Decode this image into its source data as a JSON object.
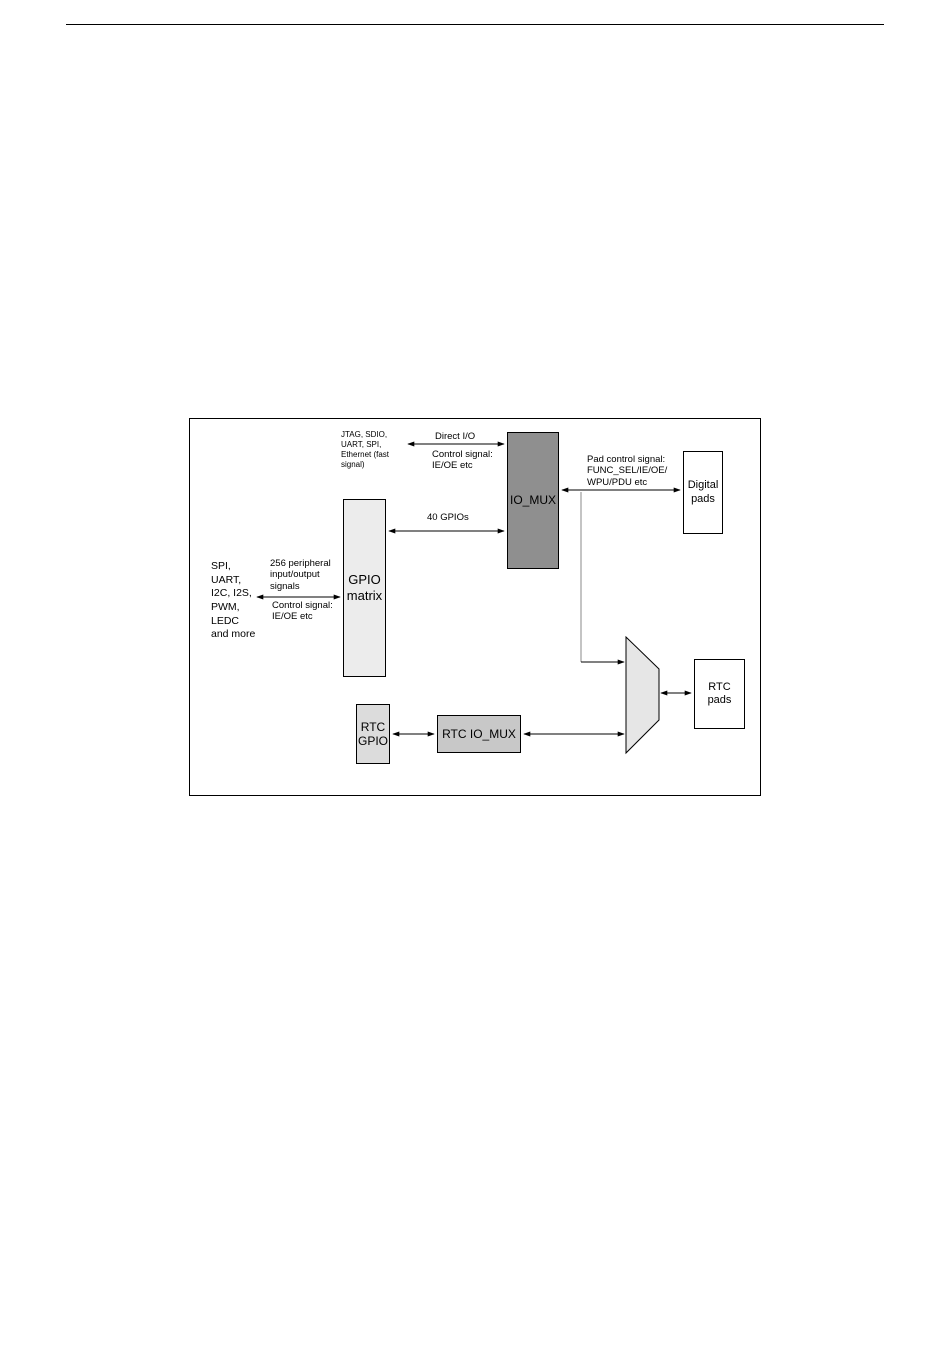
{
  "diagram": {
    "blocks": {
      "io_mux": "IO_MUX",
      "gpio_matrix": "GPIO\nmatrix",
      "digital_pads": "Digital\npads",
      "rtc_pads": "RTC pads",
      "rtc_gpio": "RTC\nGPIO",
      "rtc_io_mux": "RTC IO_MUX"
    },
    "labels": {
      "fast_peripherals": "JTAG, SDIO,\nUART, SPI,\nEthernet (fast\nsignal)",
      "direct_io": "Direct I/O",
      "direct_control": "Control signal:\nIE/OE etc",
      "pad_control": "Pad control signal:\nFUNC_SEL/IE/OE/\nWPU/PDU etc",
      "gpios_40": "40 GPIOs",
      "peripherals": "SPI,\nUART,\nI2C, I2S,\nPWM,\nLEDC\nand more",
      "peripheral_signals": "256 peripheral\ninput/output\nsignals",
      "peripheral_control": "Control signal:\nIE/OE etc"
    },
    "colors": {
      "io_mux_fill": "#8f8f8f",
      "gpio_matrix_fill": "#ececec",
      "rtc_gpio_fill": "#dcdcdc",
      "rtc_io_mux_fill": "#c8c8c8",
      "mux_fill": "#e6e6e6",
      "wire": "#000000",
      "mux_wire": "#8a8a8a"
    }
  }
}
